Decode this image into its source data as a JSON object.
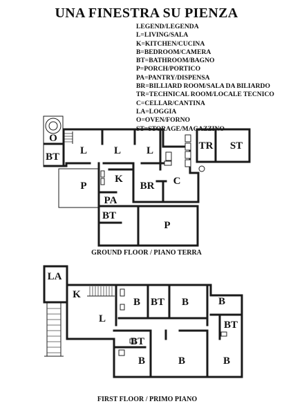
{
  "title": "UNA FINESTRA SU PIENZA",
  "legend": [
    "LEGEND/LEGENDA",
    "L=LIVING/SALA",
    "K=KITCHEN/CUCINA",
    "B=BEDROOM/CAMERA",
    "BT=BATHROOM/BAGNO",
    "P=PORCH/PORTICO",
    "PA=PANTRY/DISPENSA",
    "BR=BILLIARD ROOM/SALA DA BILIARDO",
    "TR=TECHNICAL ROOM/LOCALE TECNICO",
    "C=CELLAR/CANTINA",
    "LA=LOGGIA",
    "O=OVEN/FORNO",
    "ST=STORAGE/MAGAZZINO"
  ],
  "ground_floor": {
    "caption": "GROUND FLOOR / PIANO TERRA",
    "rooms": [
      "O",
      "BT",
      "L",
      "L",
      "L",
      "TR",
      "ST",
      "P",
      "K",
      "BR",
      "C",
      "PA",
      "BT",
      "P"
    ]
  },
  "first_floor": {
    "caption": "FIRST FLOOR / PRIMO PIANO",
    "rooms": [
      "LA",
      "K",
      "B",
      "BT",
      "B",
      "B",
      "L",
      "BT",
      "BT",
      "B",
      "B",
      "B"
    ]
  }
}
